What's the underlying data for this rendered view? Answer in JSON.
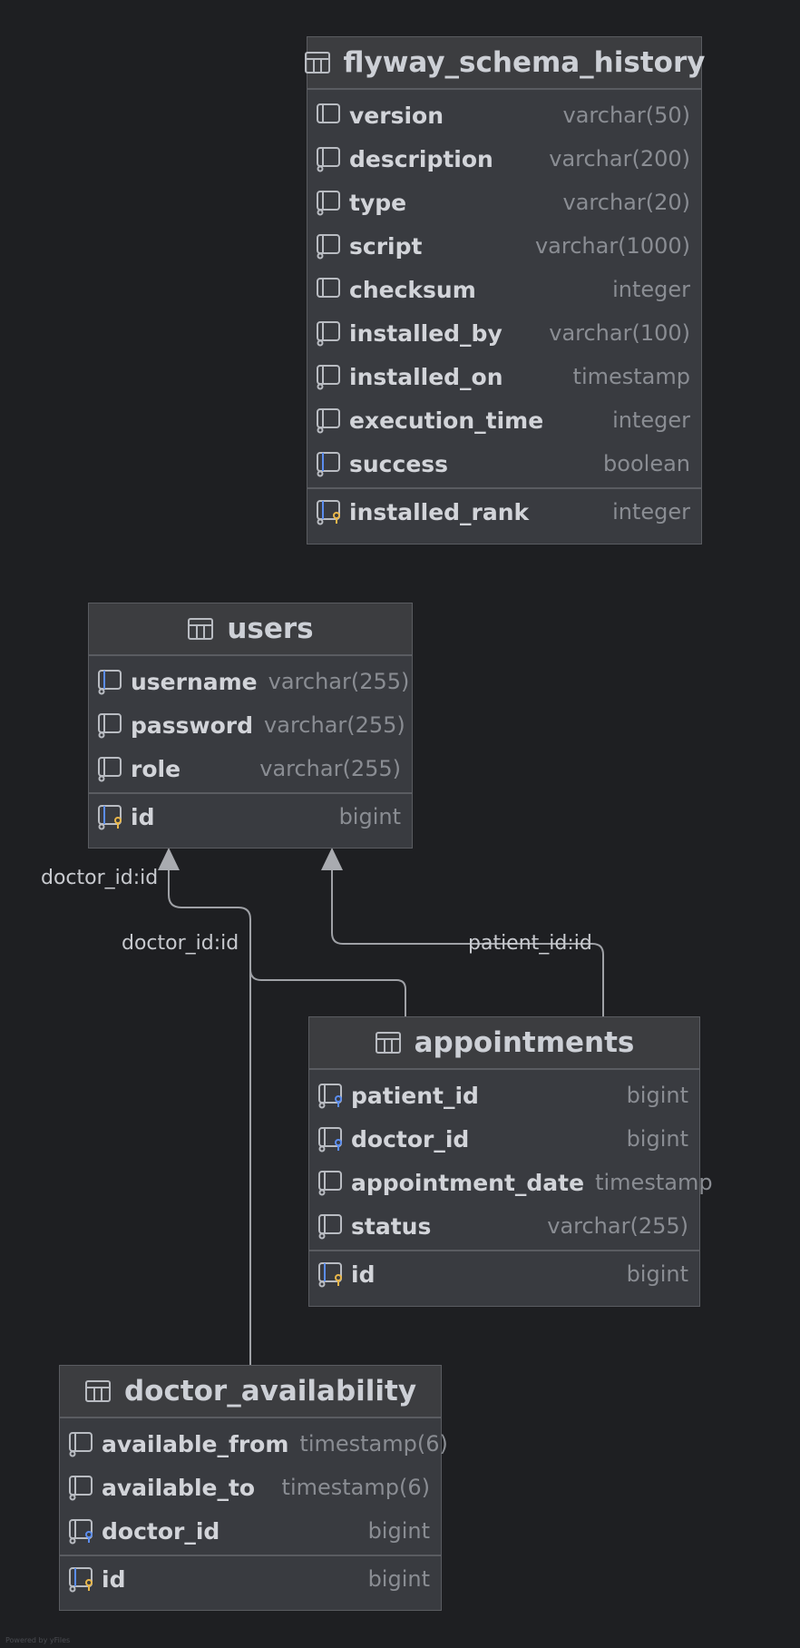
{
  "tables": {
    "flyway": {
      "name": "flyway_schema_history",
      "columns": [
        {
          "name": "version",
          "type": "varchar(50)",
          "icon": "column-icon"
        },
        {
          "name": "description",
          "type": "varchar(200)",
          "icon": "nullable-column-icon"
        },
        {
          "name": "type",
          "type": "varchar(20)",
          "icon": "nullable-column-icon"
        },
        {
          "name": "script",
          "type": "varchar(1000)",
          "icon": "nullable-column-icon"
        },
        {
          "name": "checksum",
          "type": "integer",
          "icon": "column-icon"
        },
        {
          "name": "installed_by",
          "type": "varchar(100)",
          "icon": "nullable-column-icon"
        },
        {
          "name": "installed_on",
          "type": "timestamp",
          "icon": "nullable-column-icon"
        },
        {
          "name": "execution_time",
          "type": "integer",
          "icon": "nullable-column-icon"
        },
        {
          "name": "success",
          "type": "boolean",
          "icon": "indexed-column-icon"
        }
      ],
      "pk": {
        "name": "installed_rank",
        "type": "integer",
        "icon": "primary-key-icon"
      }
    },
    "users": {
      "name": "users",
      "columns": [
        {
          "name": "username",
          "type": "varchar(255)",
          "icon": "indexed-column-icon"
        },
        {
          "name": "password",
          "type": "varchar(255)",
          "icon": "nullable-column-icon"
        },
        {
          "name": "role",
          "type": "varchar(255)",
          "icon": "nullable-column-icon"
        }
      ],
      "pk": {
        "name": "id",
        "type": "bigint",
        "icon": "primary-key-icon"
      }
    },
    "appointments": {
      "name": "appointments",
      "columns": [
        {
          "name": "patient_id",
          "type": "bigint",
          "icon": "foreign-key-icon"
        },
        {
          "name": "doctor_id",
          "type": "bigint",
          "icon": "foreign-key-icon"
        },
        {
          "name": "appointment_date",
          "type": "timestamp",
          "icon": "nullable-column-icon"
        },
        {
          "name": "status",
          "type": "varchar(255)",
          "icon": "nullable-column-icon"
        }
      ],
      "pk": {
        "name": "id",
        "type": "bigint",
        "icon": "primary-key-icon"
      }
    },
    "doctor_availability": {
      "name": "doctor_availability",
      "columns": [
        {
          "name": "available_from",
          "type": "timestamp(6)",
          "icon": "nullable-column-icon"
        },
        {
          "name": "available_to",
          "type": "timestamp(6)",
          "icon": "nullable-column-icon"
        },
        {
          "name": "doctor_id",
          "type": "bigint",
          "icon": "foreign-key-icon"
        }
      ],
      "pk": {
        "name": "id",
        "type": "bigint",
        "icon": "primary-key-icon"
      }
    }
  },
  "relations": [
    {
      "label": "doctor_id:id"
    },
    {
      "label": "doctor_id:id"
    },
    {
      "label": "patient_id:id"
    }
  ],
  "footer": "Powered by yFiles",
  "colors": {
    "background": "#1e1f22",
    "table": "#393b40",
    "header": "#3c3d40",
    "border": "#5a5c61",
    "edge": "#9fa1a6",
    "key_gold": "#e8b64a",
    "key_blue": "#5b8def"
  }
}
